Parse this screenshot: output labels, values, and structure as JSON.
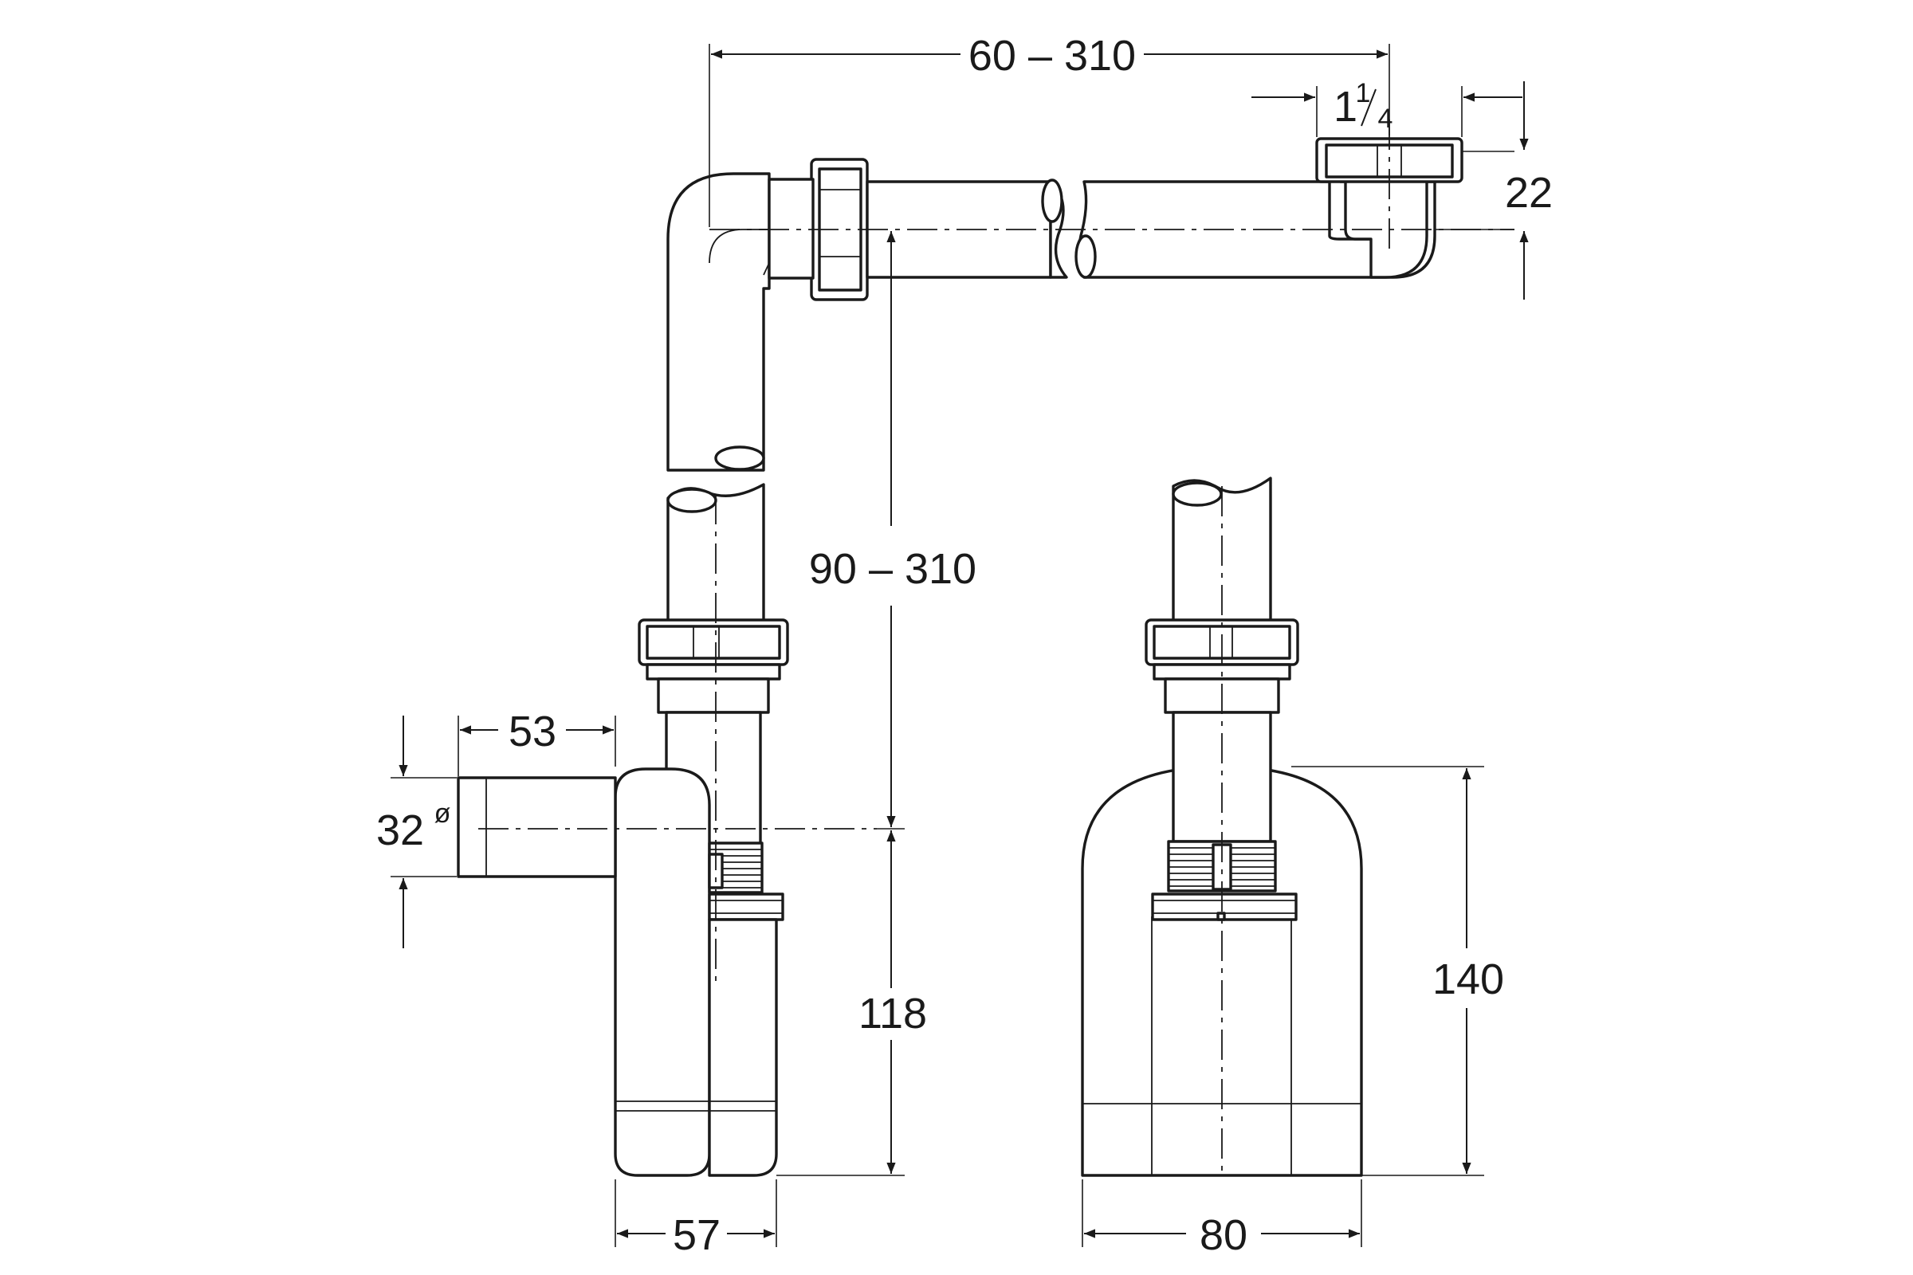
{
  "dimensions": {
    "top_width": "60 – 310",
    "fitting_whole": "1",
    "fitting_num": "1",
    "fitting_den": "4",
    "top_height": "22",
    "vertical_range": "90 – 310",
    "outlet_length": "53",
    "outlet_dia_value": "32",
    "outlet_dia_symbol": "ø",
    "lower_height": "118",
    "side_width": "57",
    "front_height": "140",
    "front_width": "80"
  }
}
